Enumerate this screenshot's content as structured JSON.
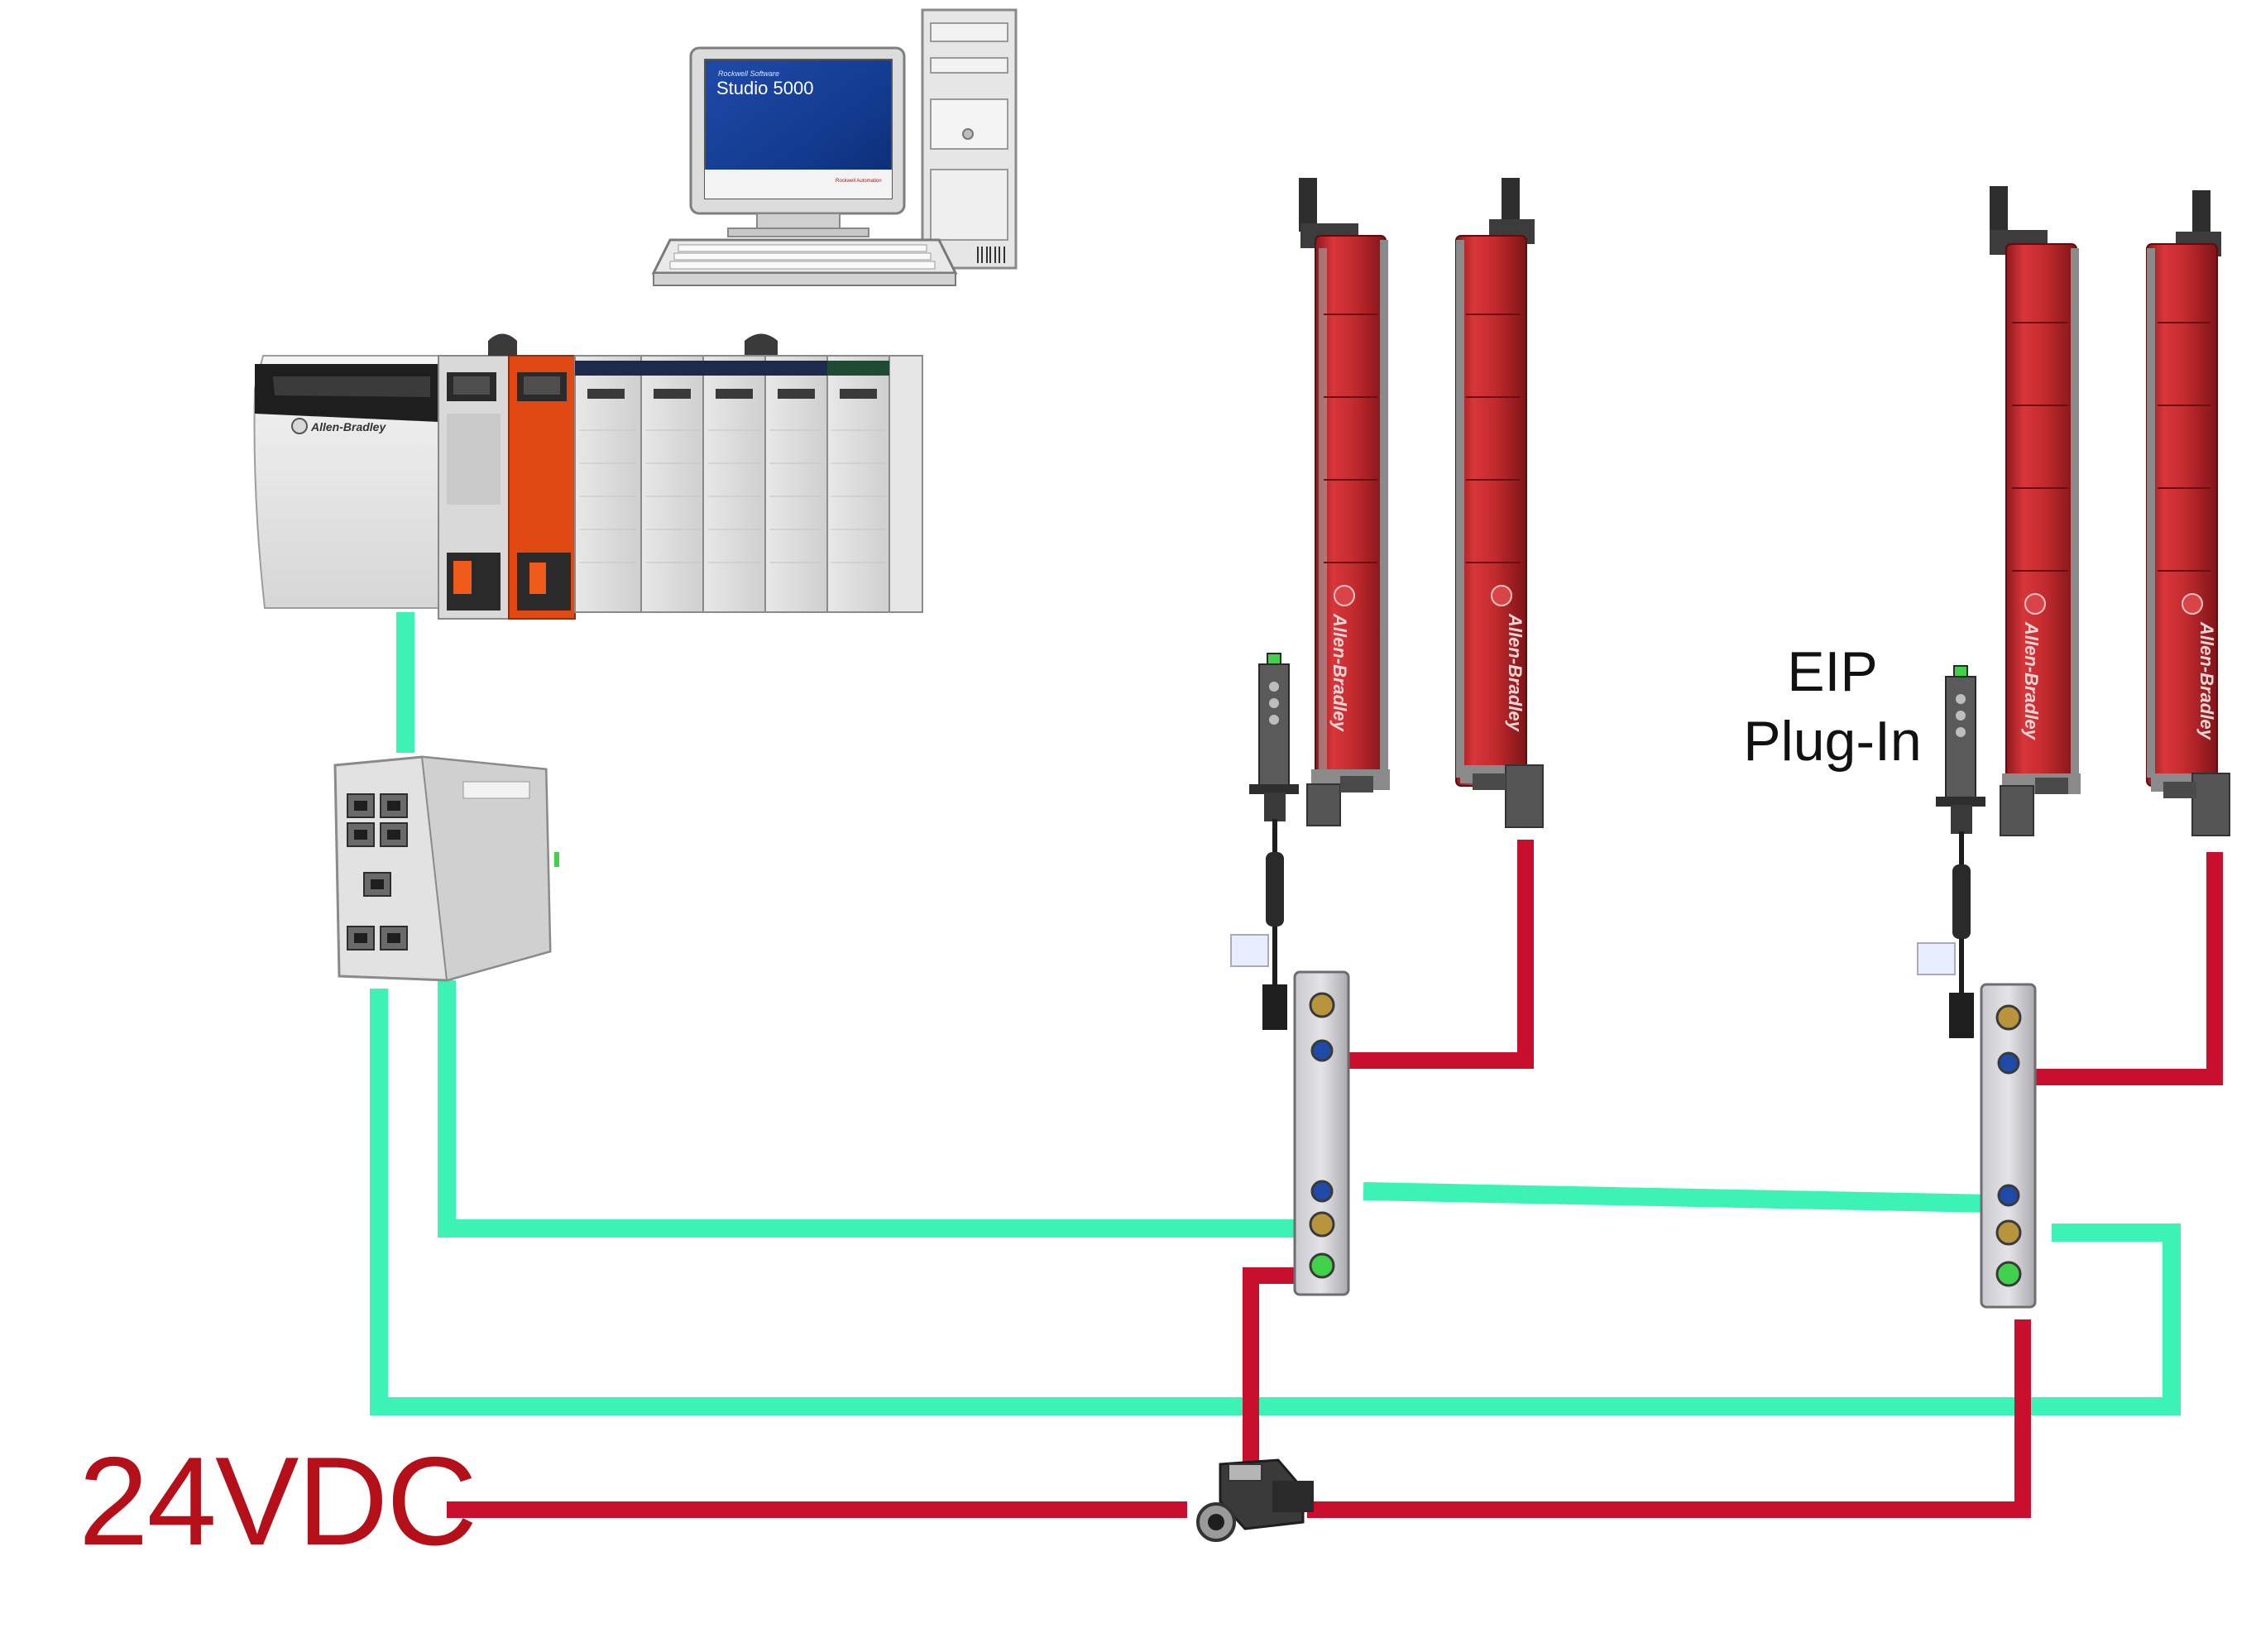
{
  "colors": {
    "ethernet_cable": "#3df2b5",
    "power_cable": "#c8102e",
    "power_label": "#b5101a",
    "light_curtain_body": "#c22a2e"
  },
  "workstation": {
    "software_brand": "Rockwell Software",
    "software_title": "Studio 5000",
    "splash_footer": "Rockwell Automation"
  },
  "controller": {
    "chassis_brand": "Allen-Bradley"
  },
  "light_curtains": {
    "brand": "Allen-Bradley",
    "count": 4
  },
  "labels": {
    "eip_line1": "EIP",
    "eip_line2": "Plug-In",
    "power": "24VDC"
  }
}
